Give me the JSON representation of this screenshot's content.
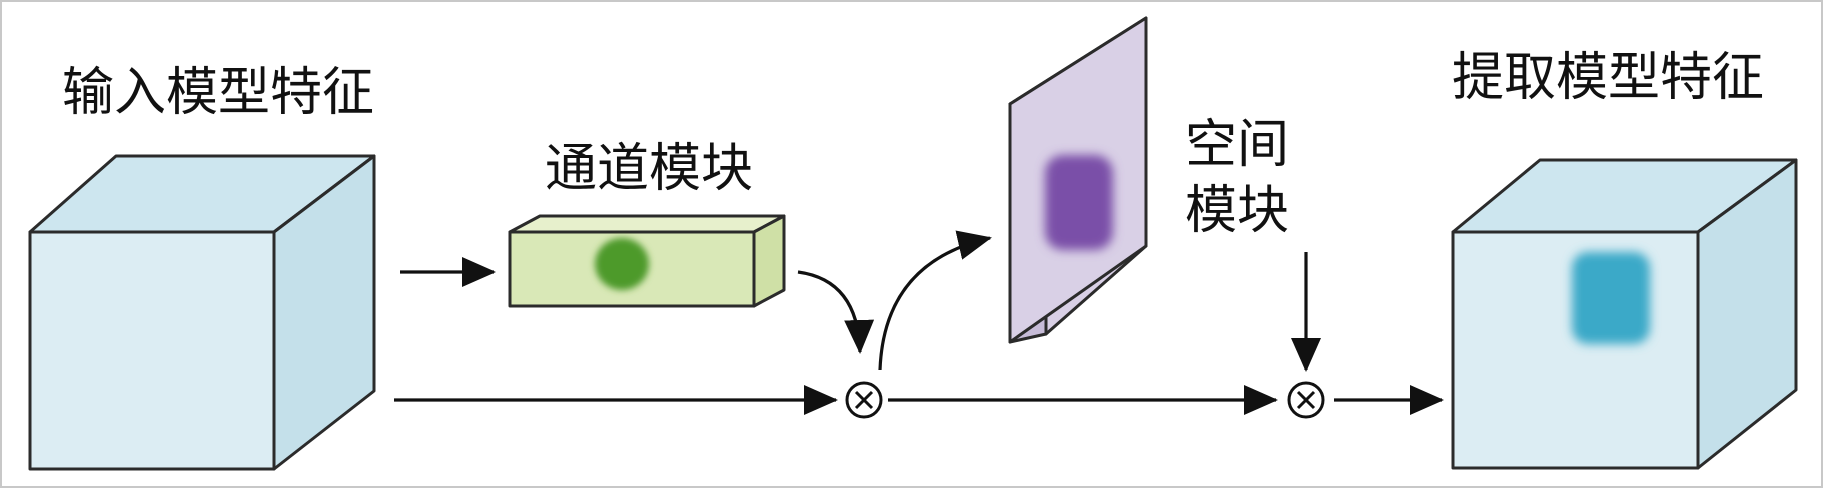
{
  "labels": {
    "input_features": "输入模型特征",
    "channel_module": "通道模块",
    "spatial_module_line1": "空间",
    "spatial_module_line2": "模块",
    "extracted_features": "提取模型特征"
  },
  "operators": {
    "multiply_symbol": "⊗"
  },
  "colors": {
    "cube_face": "#dcedf3",
    "cube_top": "#cde6ef",
    "cube_side": "#c4e0ea",
    "channel_block_front": "#d9e8b7",
    "channel_block_top": "#e7f0cc",
    "channel_block_side": "#cfe0a6",
    "channel_blob": "#4e9a2a",
    "spatial_plane_front": "#d9d0e6",
    "spatial_plane_side": "#c7bcd8",
    "spatial_blob": "#7a4fa8",
    "output_blob": "#3aa9c8",
    "stroke": "#2b2b2b"
  }
}
